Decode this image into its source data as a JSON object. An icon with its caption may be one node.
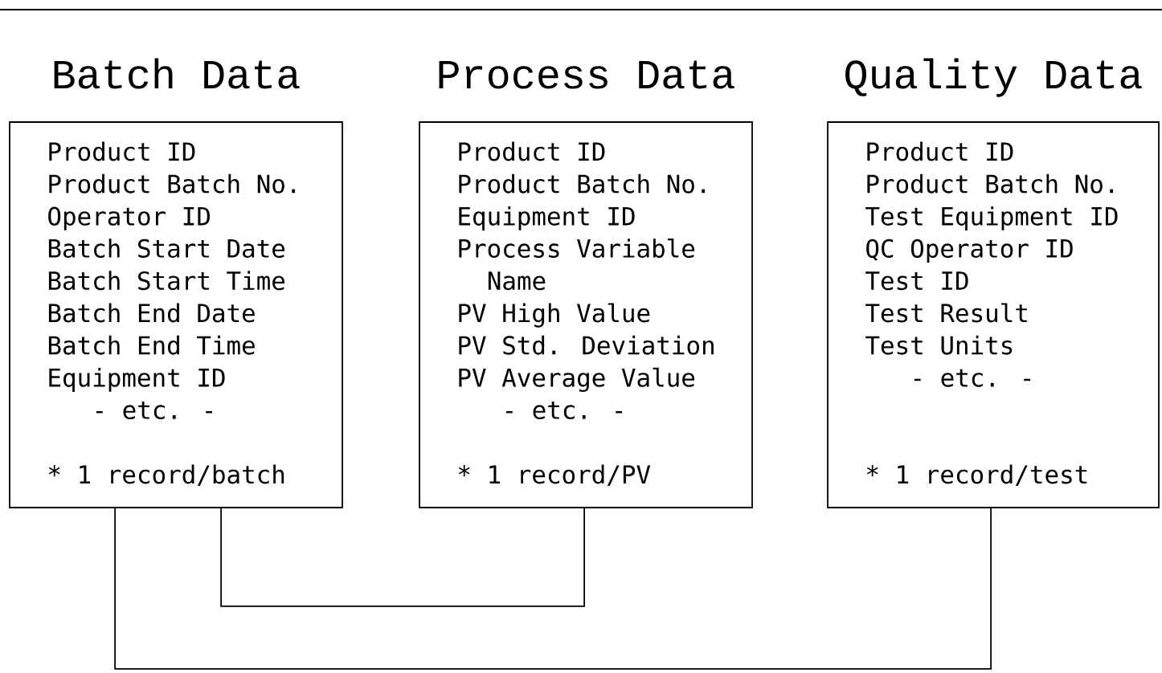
{
  "diagram": {
    "nodes": [
      {
        "text": [
          "Batch Data",
          "Product ID",
          "Product Batch No.",
          "Operator ID",
          "Batch Start Date",
          "Batch Start Time",
          "Batch End Date",
          "Batch End Time",
          "Equipment ID",
          "- etc. -",
          "* 1 record/batch"
        ]
      },
      {
        "text": [
          "Process Data",
          "Product ID",
          "Product Batch No.",
          "Equipment ID",
          "Process Variable",
          "Name",
          "PV High Value",
          "PV Std. Deviation",
          "PV Average Value",
          "- etc. -",
          "* 1 record/PV"
        ]
      },
      {
        "text": [
          "Quality Data",
          "Product ID",
          "Product Batch No.",
          "Test Equipment ID",
          "QC Operator ID",
          "Test ID",
          "Test Result",
          "Test Units",
          "- etc. -",
          "* 1 record/test"
        ]
      }
    ],
    "edges": [
      {
        "from": 0,
        "to": 2,
        "arrow": "none"
      },
      {
        "from": 0,
        "to": 1,
        "arrow": "none"
      }
    ]
  }
}
